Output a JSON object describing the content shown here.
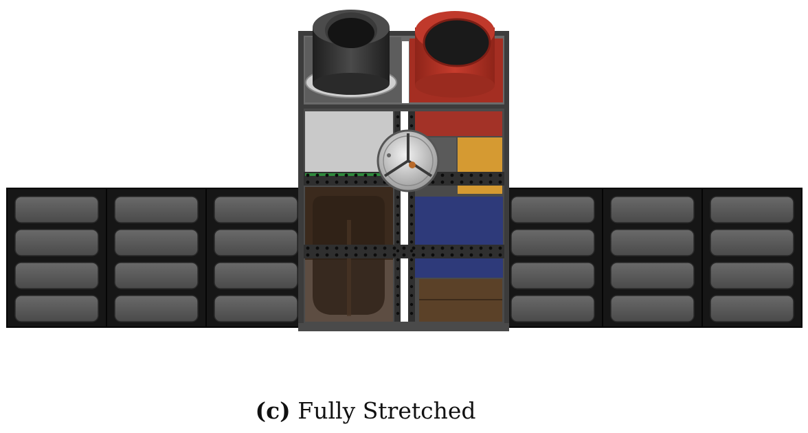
{
  "caption": {
    "label": "(c)",
    "text": "Fully Stretched"
  },
  "model": {
    "left_array_panels": 3,
    "right_array_panels": 3,
    "cells_per_panel": 4,
    "colors": {
      "panel_frame": "#161616",
      "cell": "#5a5a5a",
      "body_frame": "#3a3a3a",
      "thruster_dark": "#2b2b2b",
      "thruster_red": "#b53226",
      "module_gray": "#c7c7c7",
      "module_red": "#a33227",
      "module_yellow": "#d59a32",
      "module_blue": "#2e3a7a",
      "module_brown": "#5b4128",
      "module_dark": "#3b2a1d"
    }
  }
}
